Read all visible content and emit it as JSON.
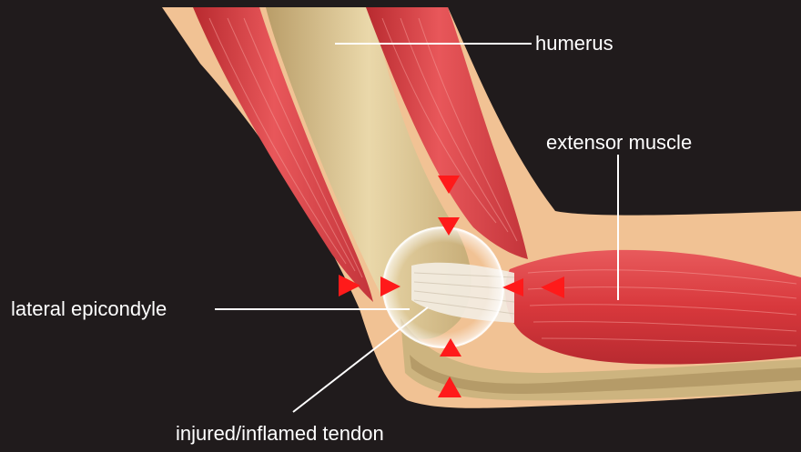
{
  "labels": {
    "humerus": "humerus",
    "extensor_muscle": "extensor muscle",
    "lateral_epicondyle": "lateral epicondyle",
    "injured_tendon": "injured/inflamed tendon"
  },
  "colors": {
    "background": "#201b1c",
    "skin": "#f1c294",
    "muscle": "#d8383c",
    "bone": "#d9c497",
    "tendon": "#f3ede2",
    "arrow": "#ff1a1a",
    "leader_line": "#ffffff"
  }
}
